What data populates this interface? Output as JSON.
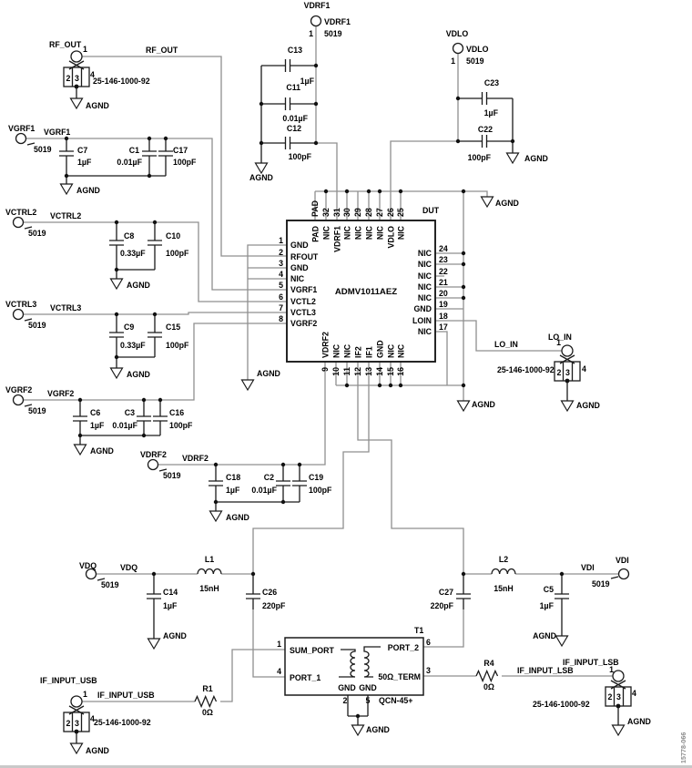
{
  "figure_number": "15778-066",
  "gnd": "AGND",
  "ic": {
    "designator": "DUT",
    "part": "ADMV1011AEZ",
    "pins": {
      "pad": {
        "num": "PAD",
        "label": "PAD"
      },
      "p1": {
        "num": "1",
        "label": "GND"
      },
      "p2": {
        "num": "2",
        "label": "RFOUT"
      },
      "p3": {
        "num": "3",
        "label": "GND"
      },
      "p4": {
        "num": "4",
        "label": "NIC"
      },
      "p5": {
        "num": "5",
        "label": "VGRF1"
      },
      "p6": {
        "num": "6",
        "label": "VCTL2"
      },
      "p7": {
        "num": "7",
        "label": "VCTL3"
      },
      "p8": {
        "num": "8",
        "label": "VGRF2"
      },
      "p9": {
        "num": "9",
        "label": "VDRF2"
      },
      "p10": {
        "num": "10",
        "label": "NIC"
      },
      "p11": {
        "num": "11",
        "label": "NIC"
      },
      "p12": {
        "num": "12",
        "label": "IF2"
      },
      "p13": {
        "num": "13",
        "label": "IF1"
      },
      "p14": {
        "num": "14",
        "label": "GND"
      },
      "p15": {
        "num": "15",
        "label": "NIC"
      },
      "p16": {
        "num": "16",
        "label": "NIC"
      },
      "p17": {
        "num": "17",
        "label": "NIC"
      },
      "p18": {
        "num": "18",
        "label": "LOIN"
      },
      "p19": {
        "num": "19",
        "label": "GND"
      },
      "p20": {
        "num": "20",
        "label": "NIC"
      },
      "p21": {
        "num": "21",
        "label": "NIC"
      },
      "p22": {
        "num": "22",
        "label": "NIC"
      },
      "p23": {
        "num": "23",
        "label": "NIC"
      },
      "p24": {
        "num": "24",
        "label": "NIC"
      },
      "p25": {
        "num": "25",
        "label": "NIC"
      },
      "p26": {
        "num": "26",
        "label": "VDLO"
      },
      "p27": {
        "num": "27",
        "label": "NIC"
      },
      "p28": {
        "num": "28",
        "label": "NIC"
      },
      "p29": {
        "num": "29",
        "label": "NIC"
      },
      "p30": {
        "num": "30",
        "label": "NIC"
      },
      "p31": {
        "num": "31",
        "label": "VDRF1"
      },
      "p32": {
        "num": "32",
        "label": "NIC"
      }
    }
  },
  "power_taps": {
    "vdrf1": {
      "name": "VDRF1",
      "pin": "1",
      "part": "5019"
    },
    "vdlo": {
      "name": "VDLO",
      "pin": "1",
      "part": "5019"
    },
    "vgrf1": {
      "name": "VGRF1",
      "part": "5019"
    },
    "vctrl2": {
      "name": "VCTRL2",
      "part": "5019"
    },
    "vctrl3": {
      "name": "VCTRL3",
      "part": "5019"
    },
    "vgrf2": {
      "name": "VGRF2",
      "part": "5019"
    },
    "vdrf2": {
      "name": "VDRF2",
      "part": "5019"
    },
    "vdq": {
      "name": "VDQ",
      "part": "5019"
    },
    "vdi": {
      "name": "VDI",
      "part": "5019"
    }
  },
  "connectors": {
    "rf_out": {
      "name": "RF_OUT",
      "part": "25-146-1000-92",
      "p1": "1",
      "p2": "2",
      "p3": "3",
      "p4": "4"
    },
    "lo_in": {
      "name": "LO_IN",
      "part": "25-146-1000-92",
      "p1": "1",
      "p2": "2",
      "p3": "3",
      "p4": "4"
    },
    "if_input_usb": {
      "name": "IF_INPUT_USB",
      "part": "25-146-1000-92",
      "p1": "1",
      "p2": "2",
      "p3": "3",
      "p4": "4"
    },
    "if_input_lsb": {
      "name": "IF_INPUT_LSB",
      "part": "25-146-1000-92",
      "p1": "1",
      "p2": "2",
      "p3": "3",
      "p4": "4"
    }
  },
  "capacitors": {
    "c1": {
      "ref": "C1",
      "value": "0.01µF"
    },
    "c2": {
      "ref": "C2",
      "value": "0.01µF"
    },
    "c3": {
      "ref": "C3",
      "value": "0.01µF"
    },
    "c5": {
      "ref": "C5",
      "value": "1µF"
    },
    "c6": {
      "ref": "C6",
      "value": "1µF"
    },
    "c7": {
      "ref": "C7",
      "value": "1µF"
    },
    "c8": {
      "ref": "C8",
      "value": "0.33µF"
    },
    "c9": {
      "ref": "C9",
      "value": "0.33µF"
    },
    "c10": {
      "ref": "C10",
      "value": "100pF"
    },
    "c11": {
      "ref": "C11",
      "value": "0.01µF"
    },
    "c12": {
      "ref": "C12",
      "value": "100pF"
    },
    "c13": {
      "ref": "C13",
      "value": "1µF"
    },
    "c14": {
      "ref": "C14",
      "value": "1µF"
    },
    "c15": {
      "ref": "C15",
      "value": "100pF"
    },
    "c16": {
      "ref": "C16",
      "value": "100pF"
    },
    "c17": {
      "ref": "C17",
      "value": "100pF"
    },
    "c18": {
      "ref": "C18",
      "value": "1µF"
    },
    "c19": {
      "ref": "C19",
      "value": "100pF"
    },
    "c22": {
      "ref": "C22",
      "value": "100pF"
    },
    "c23": {
      "ref": "C23",
      "value": "1µF"
    },
    "c26": {
      "ref": "C26",
      "value": "220pF"
    },
    "c27": {
      "ref": "C27",
      "value": "220pF"
    }
  },
  "inductors": {
    "l1": {
      "ref": "L1",
      "value": "15nH"
    },
    "l2": {
      "ref": "L2",
      "value": "15nH"
    }
  },
  "resistors": {
    "r1": {
      "ref": "R1",
      "value": "0Ω"
    },
    "r4": {
      "ref": "R4",
      "value": "0Ω"
    }
  },
  "transformer": {
    "ref": "T1",
    "part": "QCN-45+",
    "pin_names": {
      "sum_port": "SUM_PORT",
      "port_1": "PORT_1",
      "port_2": "PORT_2",
      "term": "50Ω_TERM",
      "gnd": "GND"
    },
    "pin_nums": {
      "n1": "1",
      "n2": "2",
      "n3": "3",
      "n4": "4",
      "n5": "5",
      "n6": "6"
    }
  }
}
